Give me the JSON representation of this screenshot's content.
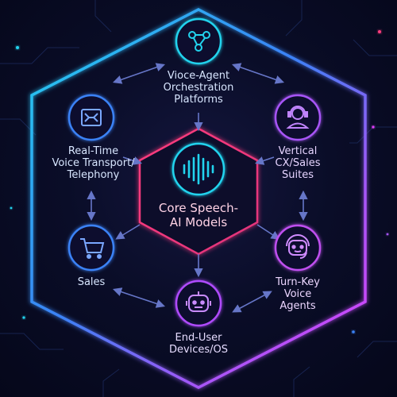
{
  "colors": {
    "background": "#070a1f",
    "cyan": "#22d3ee",
    "blue": "#3b82f6",
    "violet": "#a855f7",
    "magenta": "#e040fb",
    "pink": "#ff3c7e",
    "label_text": "#d8e6ff",
    "arrow": "#6676c8"
  },
  "center": {
    "icon": "sound-wave-icon",
    "lines": [
      "Core Speech-",
      "AI Models"
    ]
  },
  "nodes": [
    {
      "id": "orchestration",
      "icon": "network-nodes-icon",
      "lines": [
        "Vioce-Agent",
        "Orchestration",
        "Platforms"
      ]
    },
    {
      "id": "vertical-cx",
      "icon": "headset-person-icon",
      "lines": [
        "Vertical",
        "CX/Sales",
        "Suites"
      ]
    },
    {
      "id": "turnkey",
      "icon": "robot-headset-icon",
      "lines": [
        "Turn-Key",
        "Voice",
        "Agents"
      ]
    },
    {
      "id": "end-user",
      "icon": "robot-face-icon",
      "lines": [
        "End-User",
        "Devices/OS"
      ]
    },
    {
      "id": "sales",
      "icon": "shopping-cart-icon",
      "lines": [
        "Sales"
      ]
    },
    {
      "id": "telephony",
      "icon": "circuit-chip-icon",
      "lines": [
        "Real-Time",
        "Voice Transport/",
        "Telephony"
      ]
    }
  ]
}
